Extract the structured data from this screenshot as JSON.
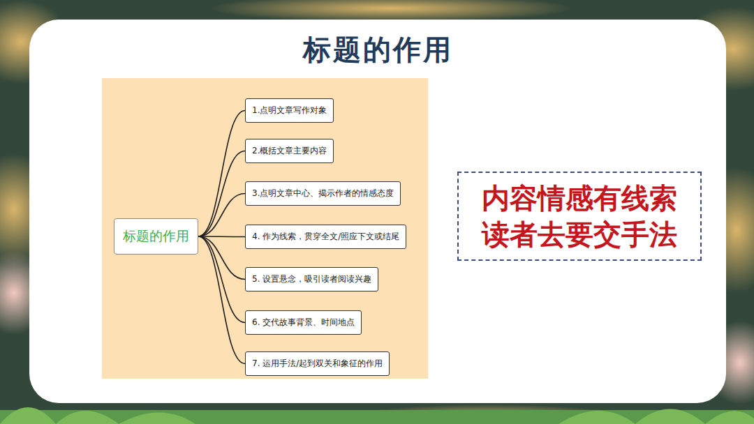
{
  "diagram": {
    "title": "标题的作用",
    "nodes": [
      {
        "text": [
          "标题的作用"
        ]
      },
      {
        "text": [
          "1.点明文章写作对象"
        ]
      },
      {
        "text": [
          "2.概括文章主要内容"
        ]
      },
      {
        "text": [
          "3.点明文章中心、揭示作者的情感态度"
        ]
      },
      {
        "text": [
          "4. 作为线索，贯穿全文/照应下文或结尾"
        ]
      },
      {
        "text": [
          "5. 设置悬念，吸引读者阅读兴趣"
        ]
      },
      {
        "text": [
          "6. 交代故事背景、时间地点"
        ]
      },
      {
        "text": [
          "7. 运用手法/起到双关和象征的作用"
        ]
      },
      {
        "text": [
          "内容情感有线索 读者去要交手法"
        ]
      }
    ],
    "edges": [
      {
        "from": 0,
        "to": 1,
        "arrow": "none"
      },
      {
        "from": 0,
        "to": 2,
        "arrow": "none"
      },
      {
        "from": 0,
        "to": 3,
        "arrow": "none"
      },
      {
        "from": 0,
        "to": 4,
        "arrow": "none"
      },
      {
        "from": 0,
        "to": 5,
        "arrow": "none"
      },
      {
        "from": 0,
        "to": 6,
        "arrow": "none"
      },
      {
        "from": 0,
        "to": 7,
        "arrow": "none"
      }
    ]
  }
}
